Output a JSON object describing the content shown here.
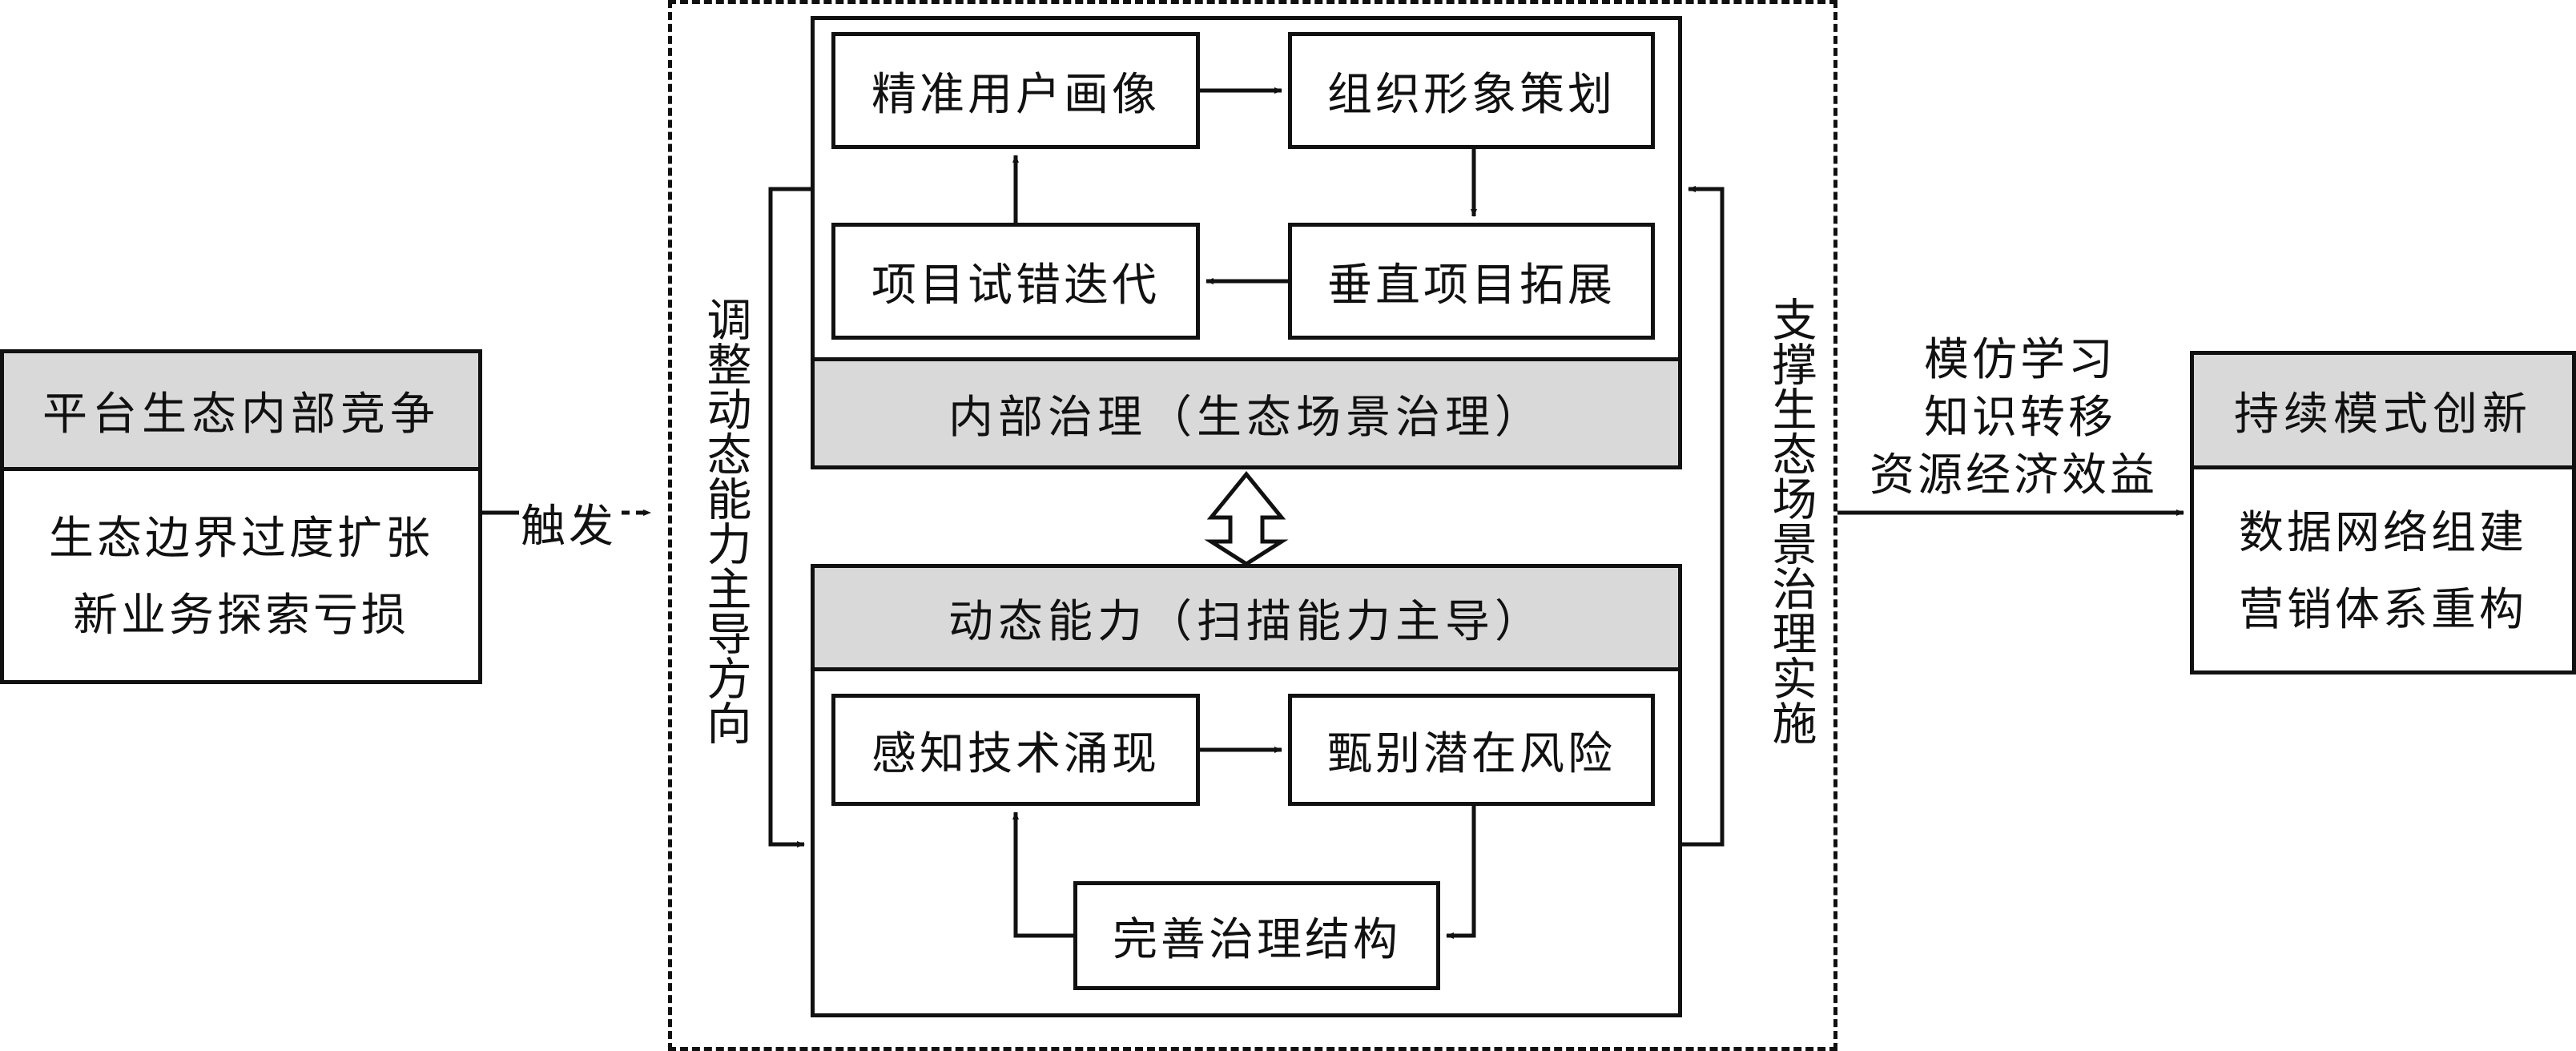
{
  "left": {
    "title": "平台生态内部竞争",
    "lines": [
      "生态边界过度扩张",
      "新业务探索亏损"
    ]
  },
  "trigger_label": "触发",
  "left_vertical_label": "调整动态能力主导方向",
  "right_vertical_label": "支撑生态场景治理实施",
  "internal": {
    "cells": {
      "precise_profile": "精准用户画像",
      "org_image": "组织形象策划",
      "trial_iteration": "项目试错迭代",
      "vertical_expansion": "垂直项目拓展"
    },
    "header": "内部治理（生态场景治理）"
  },
  "dynamic": {
    "header": "动态能力（扫描能力主导）",
    "cells": {
      "sense_tech": "感知技术涌现",
      "identify_risk": "甄别潜在风险",
      "improve_governance": "完善治理结构"
    }
  },
  "output_labels": [
    "模仿学习",
    "知识转移",
    "资源经济效益"
  ],
  "right": {
    "title": "持续模式创新",
    "lines": [
      "数据网络组建",
      "营销体系重构"
    ]
  }
}
